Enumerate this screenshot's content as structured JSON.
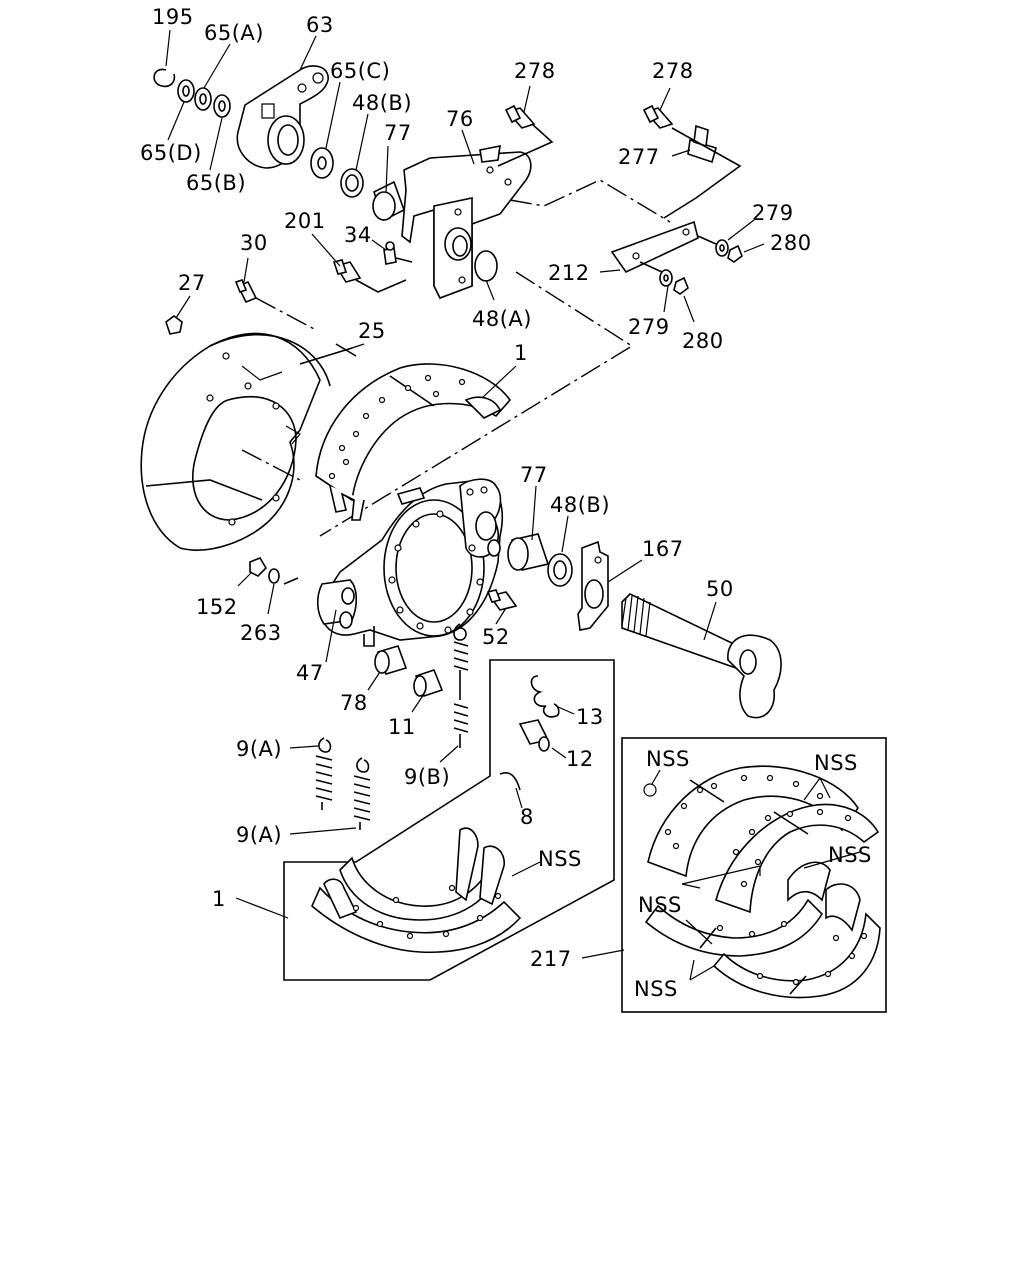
{
  "labels": {
    "l195": "195",
    "l65a": "65(A)",
    "l63": "63",
    "l65c": "65(C)",
    "l48b_top": "48(B)",
    "l77_top": "77",
    "l65d": "65(D)",
    "l65b": "65(B)",
    "l76": "76",
    "l278a": "278",
    "l278b": "278",
    "l277": "277",
    "l279a": "279",
    "l280a": "280",
    "l212": "212",
    "l279b": "279",
    "l280b": "280",
    "l201": "201",
    "l34": "34",
    "l30": "30",
    "l48a": "48(A)",
    "l27": "27",
    "l25": "25",
    "l1_top": "1",
    "l77_mid": "77",
    "l48b_mid": "48(B)",
    "l167": "167",
    "l50": "50",
    "l152": "152",
    "l263": "263",
    "l52": "52",
    "l47": "47",
    "l78": "78",
    "l11": "11",
    "l13": "13",
    "l12": "12",
    "l9a_top": "9(A)",
    "l9b": "9(B)",
    "l8": "8",
    "l9a_bot": "9(A)",
    "l1_bot": "1",
    "lnss1": "NSS",
    "l217": "217",
    "lnss2": "NSS",
    "lnss3": "NSS",
    "lnss4": "NSS",
    "lnss5": "NSS",
    "lnss6": "NSS"
  }
}
